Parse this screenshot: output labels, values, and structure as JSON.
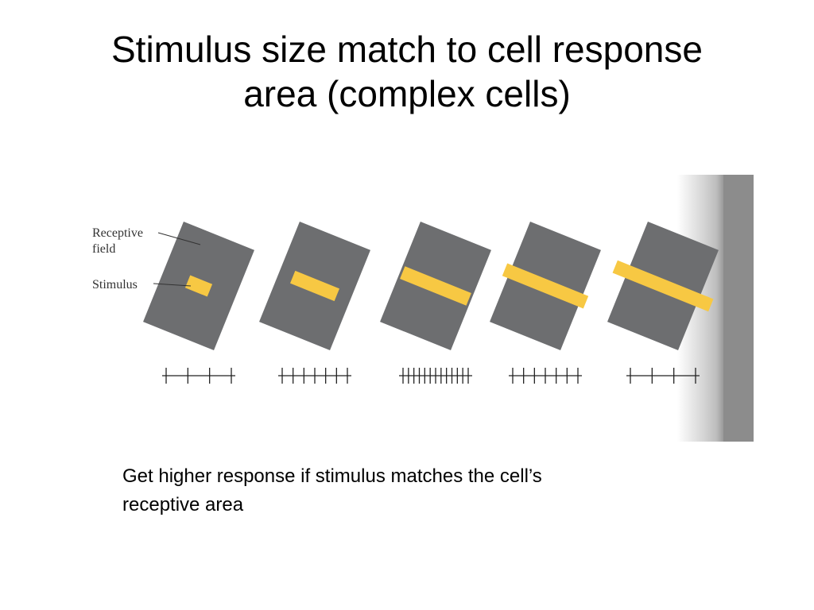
{
  "slide": {
    "title_line1": "Stimulus size match to cell response",
    "title_line2": "area (complex cells)",
    "caption_line1": "Get higher response if stimulus matches the cell’s",
    "caption_line2": "receptive area"
  },
  "figure": {
    "receptive_field_label_line1": "Receptive",
    "receptive_field_label_line2": "field",
    "stimulus_label": "Stimulus",
    "colors": {
      "receptive_field": "#6d6e70",
      "stimulus_bar": "#f7c843",
      "spike_train": "#222222",
      "page_shadow": "#8c8c8c"
    },
    "panels": [
      {
        "stimulus_relative_length": 0.3,
        "spike_count": 4
      },
      {
        "stimulus_relative_length": 0.6,
        "spike_count": 7
      },
      {
        "stimulus_relative_length": 0.9,
        "spike_count": 13
      },
      {
        "stimulus_relative_length": 1.1,
        "spike_count": 7
      },
      {
        "stimulus_relative_length": 1.3,
        "spike_count": 4
      }
    ]
  }
}
